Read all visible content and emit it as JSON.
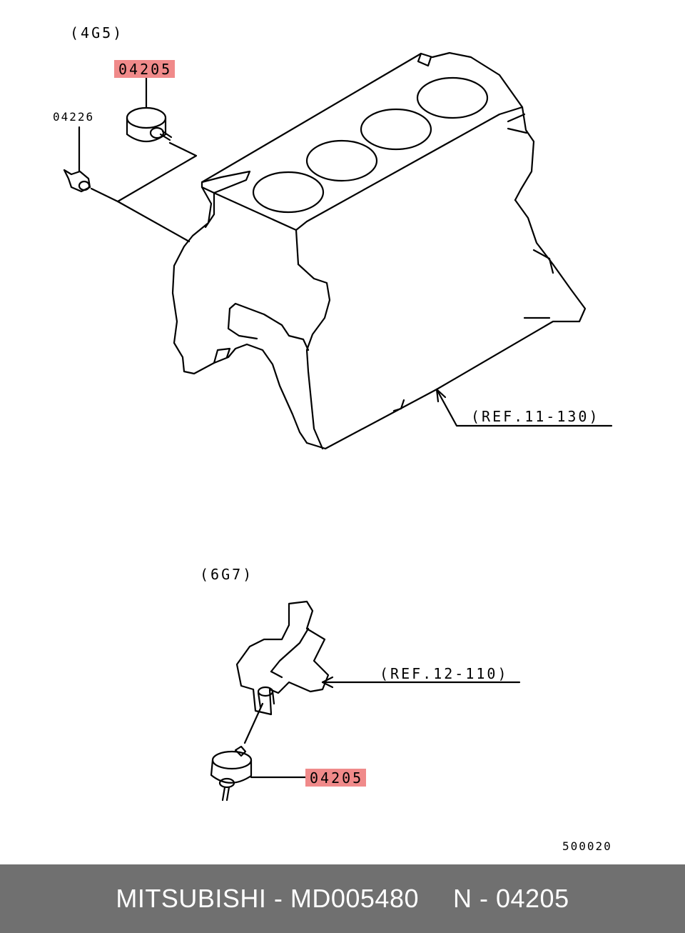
{
  "diagram": {
    "group_top": "(4G5)",
    "group_bottom": "(6G7)",
    "callout_top": "04205",
    "callout_bottom": "04205",
    "part_small": "04226",
    "ref_block": "(REF.11-130)",
    "ref_housing": "(REF.12-110)",
    "figure_code": "500020",
    "callout_color": "#f08a8a"
  },
  "footer": {
    "brand_part": "MITSUBISHI - MD005480",
    "ref_code": "N - 04205",
    "background": "#707070"
  }
}
